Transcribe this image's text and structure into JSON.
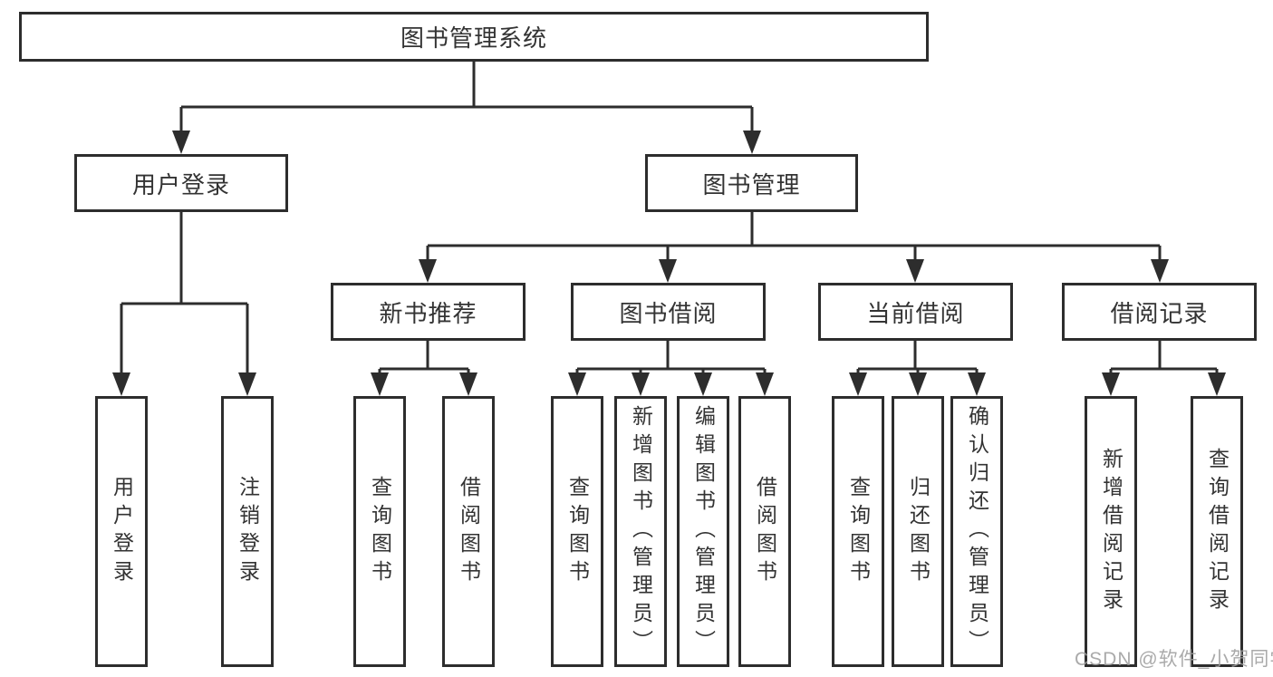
{
  "diagram": {
    "root": "图书管理系统",
    "level2": {
      "login": "用户登录",
      "management": "图书管理"
    },
    "level3": {
      "new_books": "新书推荐",
      "book_borrow": "图书借阅",
      "current_borrow": "当前借阅",
      "borrow_records": "借阅记录"
    },
    "leaves": {
      "login": [
        "用户登录",
        "注销登录"
      ],
      "new_books": [
        "查询图书",
        "借阅图书"
      ],
      "book_borrow": [
        "查询图书",
        "新增图书（管理员）",
        "编辑图书（管理员）",
        "借阅图书"
      ],
      "current_borrow": [
        "查询图书",
        "归还图书",
        "确认归还（管理员）"
      ],
      "borrow_records": [
        "新增借阅记录",
        "查询借阅记录"
      ]
    }
  },
  "watermark": "CSDN @软件_小贺同学",
  "colors": {
    "line": "#2d2d2d",
    "text": "#333333",
    "background": "#ffffff",
    "watermark": "#9e9e9e"
  }
}
